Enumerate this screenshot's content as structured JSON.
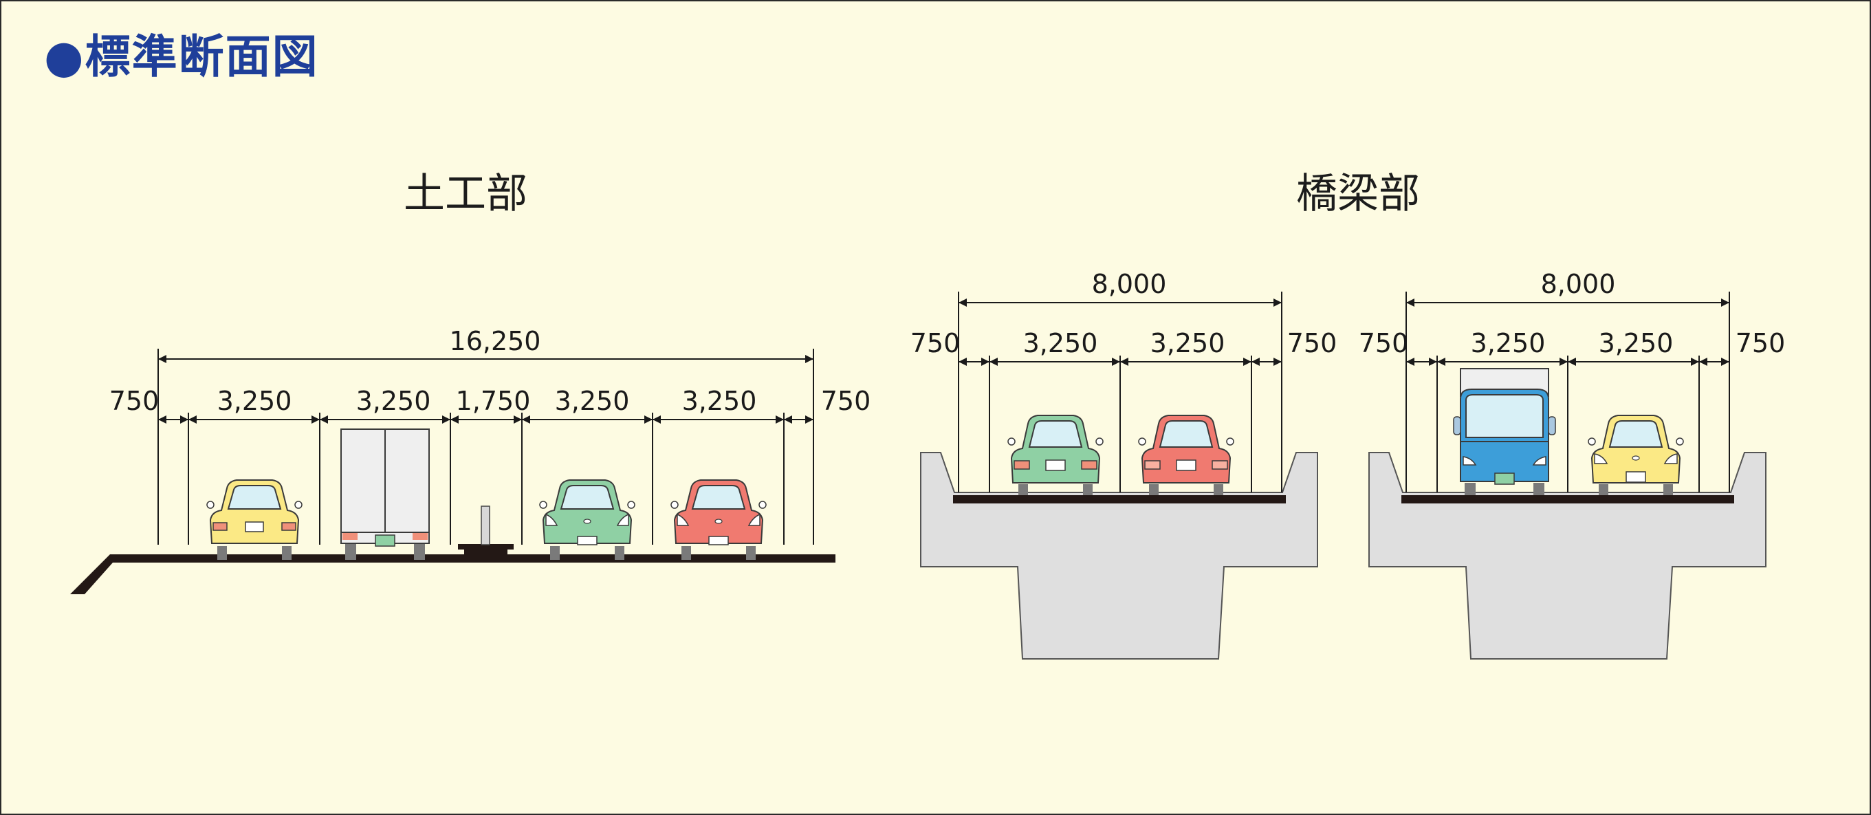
{
  "title": "●標準断面図",
  "sections": {
    "earthwork": {
      "title": "土工部",
      "total": "16,250",
      "widths": [
        "750",
        "3,250",
        "3,250",
        "1,750",
        "3,250",
        "3,250",
        "750"
      ]
    },
    "bridge": {
      "title": "橋梁部",
      "left": {
        "total": "8,000",
        "widths": [
          "750",
          "3,250",
          "3,250",
          "750"
        ]
      },
      "right": {
        "total": "8,000",
        "widths": [
          "750",
          "3,250",
          "3,250",
          "750"
        ]
      }
    }
  },
  "colors": {
    "background": "#fdfbe2",
    "title": "#1f3f9a",
    "yellow_car": "#fbe985",
    "green_car": "#8fd0a4",
    "red_car": "#f07a70",
    "blue_truck": "#3d9ed9",
    "truck_box": "#efefef",
    "concrete": "#dfdfdf",
    "road": "#231815"
  },
  "vehicles": [
    {
      "section": "earthwork",
      "type": "car",
      "color": "yellow"
    },
    {
      "section": "earthwork",
      "type": "truck",
      "color": "white"
    },
    {
      "section": "earthwork",
      "type": "car",
      "color": "green"
    },
    {
      "section": "earthwork",
      "type": "car",
      "color": "red"
    },
    {
      "section": "bridge-left",
      "type": "car",
      "color": "green"
    },
    {
      "section": "bridge-left",
      "type": "car",
      "color": "red"
    },
    {
      "section": "bridge-right",
      "type": "truck",
      "color": "blue"
    },
    {
      "section": "bridge-right",
      "type": "car",
      "color": "yellow"
    }
  ]
}
